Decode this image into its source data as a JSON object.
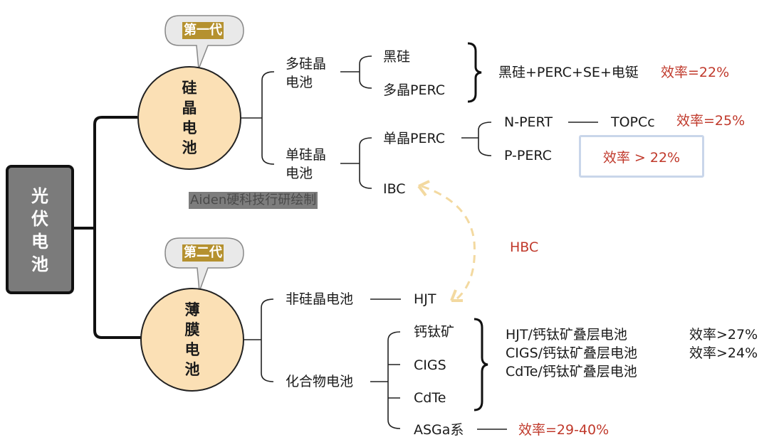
{
  "title": "光伏电池",
  "root": {
    "label": "光伏电池",
    "chars": [
      "光",
      "伏",
      "电",
      "池"
    ]
  },
  "watermark": "Aiden硬科技行研绘制",
  "colors": {
    "circle_fill": "#fbe0b5",
    "root_fill": "#7b7b7b",
    "bubble_label_bg": "#b5912f",
    "efficiency_red": "#c0392b",
    "arrow_dash": "#f3d9a0",
    "highlight_box_border": "#c9d6ea"
  },
  "gen1": {
    "bubble": "第一代",
    "circle_chars": [
      "硅",
      "晶",
      "电",
      "池"
    ],
    "branches": {
      "poly": {
        "label_line1": "多硅晶",
        "label_line2": "电池",
        "children": [
          "黑硅",
          "多晶PERC"
        ],
        "combined": "黑硅+PERC+SE+电铤",
        "efficiency": "效率=22%"
      },
      "mono": {
        "label_line1": "单硅晶",
        "label_line2": "电池",
        "children": [
          "单晶PERC",
          "IBC"
        ],
        "perc_children": [
          "N-PERT",
          "P-PERC"
        ],
        "npert_next": "TOPCc",
        "npert_efficiency": "效率=25%",
        "pperc_efficiency": "效率 > 22%"
      }
    }
  },
  "gen2": {
    "bubble": "第二代",
    "circle_chars": [
      "薄",
      "膜",
      "电",
      "池"
    ],
    "branches": {
      "amorphous": {
        "label": "非硅晶电池",
        "child": "HJT"
      },
      "compound": {
        "label": "化合物电池",
        "children": [
          "钙钛矿",
          "CIGS",
          "CdTe",
          "ASGa系"
        ],
        "tandem": [
          {
            "label": "HJT/钙钛矿叠层电池",
            "efficiency": "效率>27%"
          },
          {
            "label": "CIGS/钙钛矿叠层电池",
            "efficiency": "效率>24%"
          },
          {
            "label": "CdTe/钙钛矿叠层电池",
            "efficiency": ""
          }
        ],
        "asga_efficiency": "效率=29-40%"
      }
    }
  },
  "hbc_link": {
    "label": "HBC",
    "from": "HJT",
    "to": "IBC"
  }
}
